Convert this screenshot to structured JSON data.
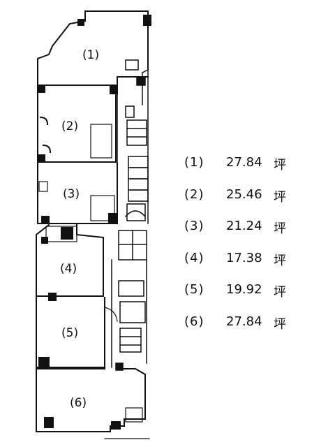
{
  "rooms": [
    {
      "label": "(1)",
      "area": "27.84",
      "unit": "坪"
    },
    {
      "label": "(2)",
      "area": "25.46",
      "unit": "坪"
    },
    {
      "label": "(3)",
      "area": "21.24",
      "unit": "坪"
    },
    {
      "label": "(4)",
      "area": "17.38",
      "unit": "坪"
    },
    {
      "label": "(5)",
      "area": "19.92",
      "unit": "坪"
    },
    {
      "label": "(6)",
      "area": "27.84",
      "unit": "坪"
    }
  ],
  "colors": {
    "line": "#111111",
    "background": "#ffffff"
  }
}
